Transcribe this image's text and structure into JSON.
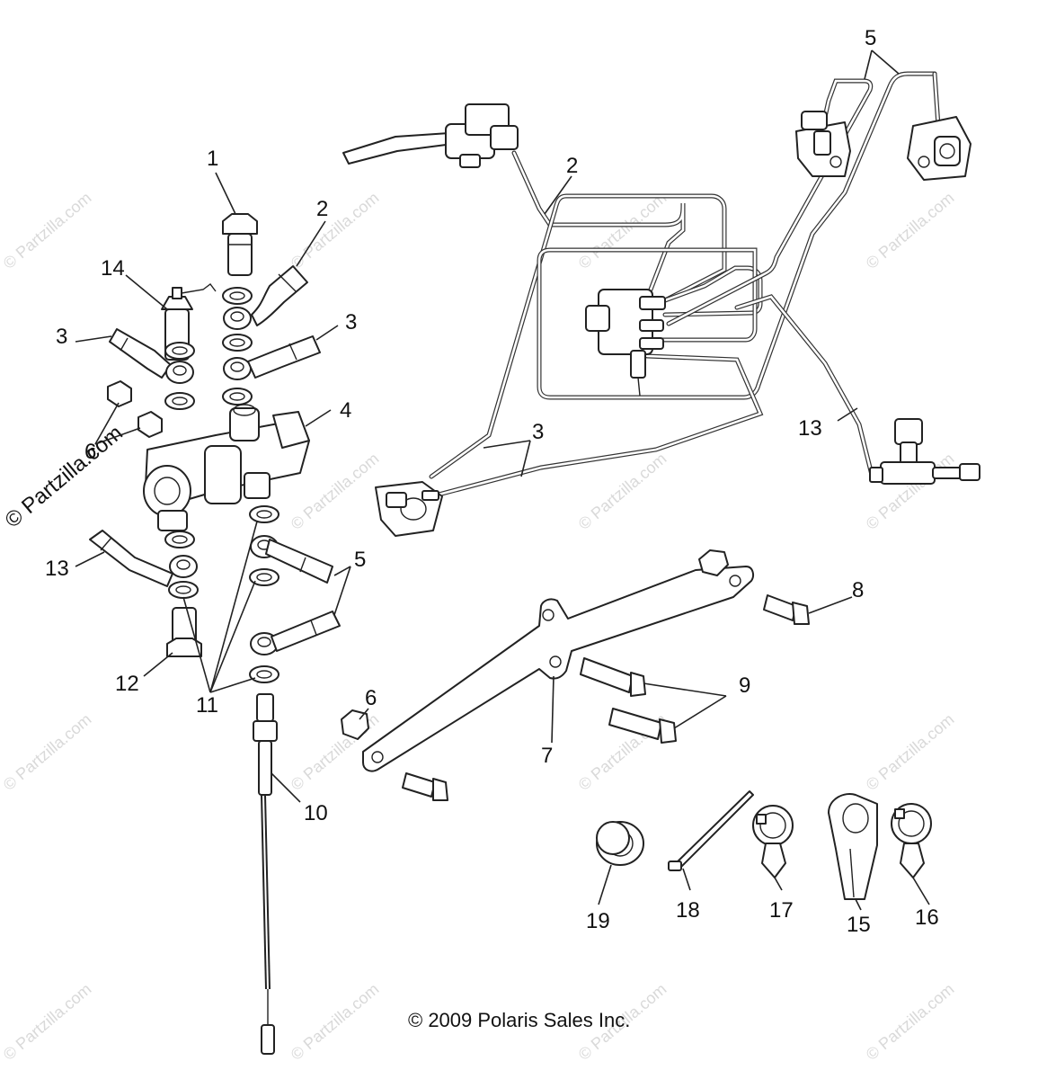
{
  "labels": {
    "l1": "1",
    "l2a": "2",
    "l2b": "2",
    "l3a": "3",
    "l3b": "3",
    "l3c": "3",
    "l4": "4",
    "l5a": "5",
    "l5b": "5",
    "l6a": "6",
    "l6b": "6",
    "l7": "7",
    "l8": "8",
    "l9": "9",
    "l10": "10",
    "l11": "11",
    "l12": "12",
    "l13a": "13",
    "l13b": "13",
    "l14": "14",
    "l15": "15",
    "l16": "16",
    "l17": "17",
    "l18": "18",
    "l19": "19"
  },
  "watermark": "© Partzilla.com",
  "copyright": "© 2009 Polaris Sales Inc.",
  "colors": {
    "ink": "#222222",
    "watermark": "#d9d9d9",
    "background": "#ffffff"
  }
}
